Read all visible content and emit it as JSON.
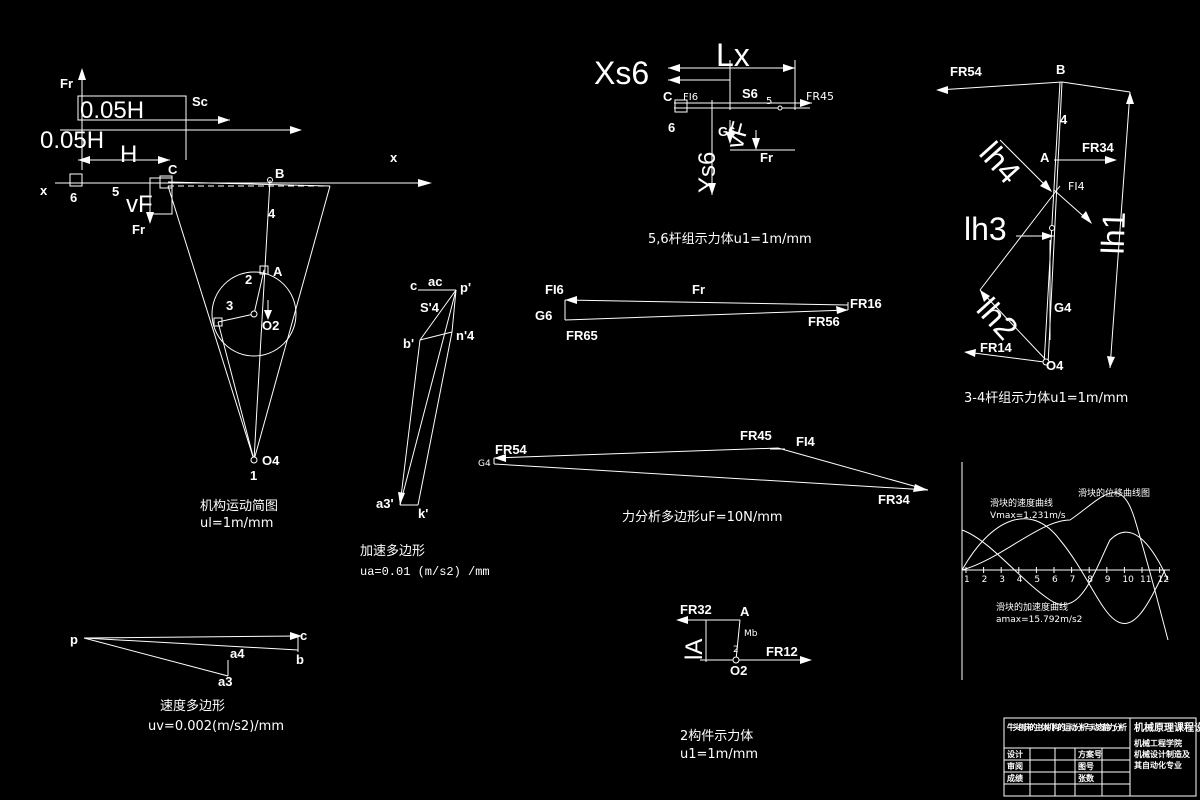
{
  "mechanism": {
    "caption": "机构运动简图",
    "scale": "ul=1m/mm",
    "labels": {
      "fr": "Fr",
      "dim_005h_a": "0.05H",
      "dim_005h_b": "0.05H",
      "h": "H",
      "sc": "Sc",
      "x_left": "x",
      "x_right": "x",
      "n6": "6",
      "n5": "5",
      "vf": "vF",
      "fr2": "Fr",
      "c": "C",
      "b": "B",
      "n4": "4",
      "a": "A",
      "n2": "2",
      "n3": "3",
      "o2": "O2",
      "o4": "O4",
      "n1": "1"
    }
  },
  "accel_polygon": {
    "caption": "加速多边形",
    "scale": "ua=0.01 (m/s2) /mm",
    "labels": {
      "c": "c",
      "ac": "ac",
      "p": "p'",
      "s4": "S'4",
      "b": "b'",
      "n4": "n'4",
      "a3": "a3'",
      "k": "k'"
    }
  },
  "velocity_polygon": {
    "caption": "速度多边形",
    "scale": "uv=0.002(m/s2)/mm",
    "labels": {
      "p": "p",
      "c": "c",
      "a4": "a4",
      "b": "b",
      "a3": "a3"
    }
  },
  "group56": {
    "caption": "5,6杆组示力体u1=1m/mm",
    "labels": {
      "xs6": "Xs6",
      "lx": "Lx",
      "c": "C",
      "fi6": "FI6",
      "s6": "S6",
      "n5": "5",
      "fr45": "FR45",
      "n6": "6",
      "g6": "G6",
      "ys6": "Ys6",
      "vf": "vF",
      "fr": "Fr"
    }
  },
  "force_line": {
    "labels": {
      "fi6": "FI6",
      "fr": "Fr",
      "fr16": "FR16",
      "g6": "G6",
      "fr65": "FR65",
      "fr56": "FR56"
    }
  },
  "force_polygon": {
    "caption": "力分析多边形uF=10N/mm",
    "labels": {
      "fr54": "FR54",
      "fr45": "FR45",
      "fi4": "FI4",
      "g4": "G4",
      "fr34": "FR34"
    }
  },
  "group34": {
    "caption": "3-4杆组示力体u1=1m/mm",
    "labels": {
      "fr54": "FR54",
      "b": "B",
      "n4": "4",
      "lh4": "lh4",
      "a": "A",
      "fr34": "FR34",
      "fi4": "FI4",
      "lh3": "lh3",
      "lh1": "lh1",
      "lh2": "lh2",
      "g4": "G4",
      "fr14": "FR14",
      "o4": "O4"
    }
  },
  "member2": {
    "caption": "2构件示力体",
    "scale": "u1=1m/mm",
    "labels": {
      "fr32": "FR32",
      "a": "A",
      "la": "lA",
      "mb": "Mb",
      "n2": "2",
      "fr12": "FR12",
      "o2": "O2"
    }
  },
  "curves": {
    "title_velocity": "滑块的速度曲线",
    "vmax": "Vmax=1.231m/s",
    "title_displacement": "滑块的位移曲线图",
    "title_acceleration": "滑块的加速度曲线",
    "amax": "amax=15.792m/s2",
    "ticks": [
      "1",
      "2",
      "3",
      "4",
      "5",
      "6",
      "7",
      "8",
      "9",
      "10",
      "11",
      "12"
    ]
  },
  "titleblock": {
    "project": "牛头刨床的主体机构的运动分析与动态静力分析",
    "course": "机械原理课程设计",
    "school_lines": [
      "机械工程学院",
      "机械设计制造及",
      "其自动化专业"
    ],
    "design": "设计",
    "review": "审阅",
    "grade": "成绩",
    "class_no": "方案号",
    "drawing_no": "图号",
    "sheet": "张数"
  }
}
